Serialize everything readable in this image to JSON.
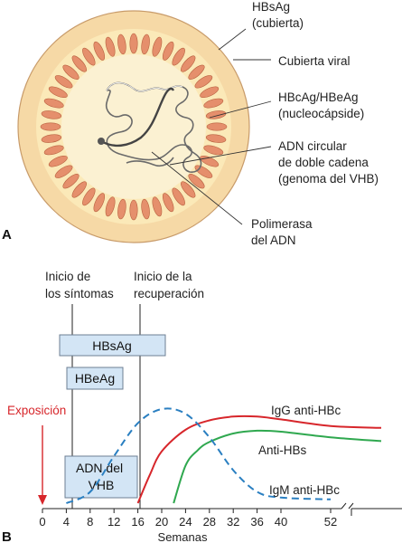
{
  "panel_a": {
    "letter": "A",
    "labels": {
      "hbsag": [
        "HBsAg",
        "(cubierta)"
      ],
      "envelope": [
        "Cubierta viral"
      ],
      "core": [
        "HBcAg/HBeAg",
        "(nucleocápside)"
      ],
      "dna": [
        "ADN circular",
        "de doble cadena",
        "(genoma del VHB)"
      ],
      "polymerase": [
        "Polimerasa",
        "del ADN"
      ]
    },
    "colors": {
      "outer_fill": "#f6d9a6",
      "inner_fill": "#fbe9b8",
      "capsomere": "#e58f6c",
      "dna_strand": "#555555"
    }
  },
  "panel_b": {
    "letter": "B",
    "markers": {
      "symptoms": [
        "Inicio de",
        "los síntomas"
      ],
      "recovery": [
        "Inicio de la",
        "recuperación"
      ]
    },
    "exposure_label": "Exposición",
    "boxes": {
      "hbsag": [
        "HBsAg"
      ],
      "hbeag": [
        "HBeAg"
      ],
      "dna": [
        "ADN del",
        "VHB"
      ]
    },
    "curve_labels": {
      "igg": "IgG anti-HBc",
      "antihbs": "Anti-HBs",
      "igm": "IgM anti-HBc"
    },
    "colors": {
      "igg": "#d7262b",
      "antihbs": "#2fa84f",
      "igm": "#2a7fc1",
      "box_fill": "#d3e5f5",
      "exposure": "#d7262b"
    }
  },
  "chart_data": {
    "type": "line",
    "xlabel": "Semanas",
    "x_ticks": [
      0,
      4,
      8,
      12,
      16,
      20,
      24,
      28,
      32,
      36,
      40,
      52
    ],
    "xlim": [
      0,
      60
    ],
    "series": [
      {
        "name": "IgG anti-HBc",
        "x": [
          16,
          18,
          20,
          24,
          28,
          32,
          36,
          40,
          52,
          60
        ],
        "y": [
          0.0,
          0.3,
          0.55,
          0.78,
          0.88,
          0.92,
          0.92,
          0.89,
          0.82,
          0.8
        ]
      },
      {
        "name": "Anti-HBs",
        "x": [
          22,
          24,
          26,
          28,
          32,
          36,
          40,
          52,
          60
        ],
        "y": [
          0.0,
          0.4,
          0.56,
          0.65,
          0.74,
          0.77,
          0.76,
          0.7,
          0.66
        ]
      },
      {
        "name": "IgM anti-HBc",
        "x": [
          4,
          8,
          12,
          16,
          20,
          24,
          28,
          32,
          36,
          40,
          52
        ],
        "y": [
          0.0,
          0.12,
          0.5,
          0.85,
          1.0,
          0.95,
          0.7,
          0.35,
          0.12,
          0.06,
          0.04
        ]
      }
    ]
  }
}
